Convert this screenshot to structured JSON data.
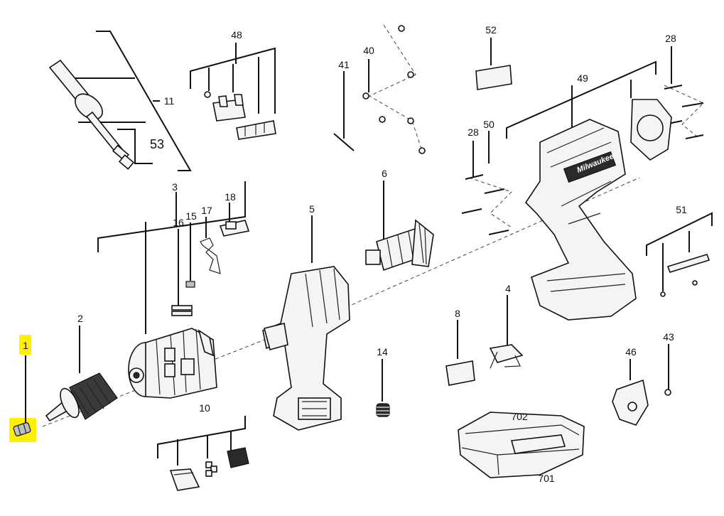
{
  "labels": {
    "p1": "1",
    "p2": "2",
    "p3": "3",
    "p4": "4",
    "p5": "5",
    "p6": "6",
    "p8": "8",
    "p10": "10",
    "p11": "11",
    "p14": "14",
    "p15": "15",
    "p16": "16",
    "p17": "17",
    "p18": "18",
    "p28a": "28",
    "p28b": "28",
    "p40": "40",
    "p41": "41",
    "p43": "43",
    "p46": "46",
    "p48": "48",
    "p49": "49",
    "p50": "50",
    "p51": "51",
    "p52": "52",
    "p53": "53",
    "p701": "701",
    "p702": "702"
  },
  "highlight_color": "#ffef00",
  "brand_text": "Milwaukee"
}
